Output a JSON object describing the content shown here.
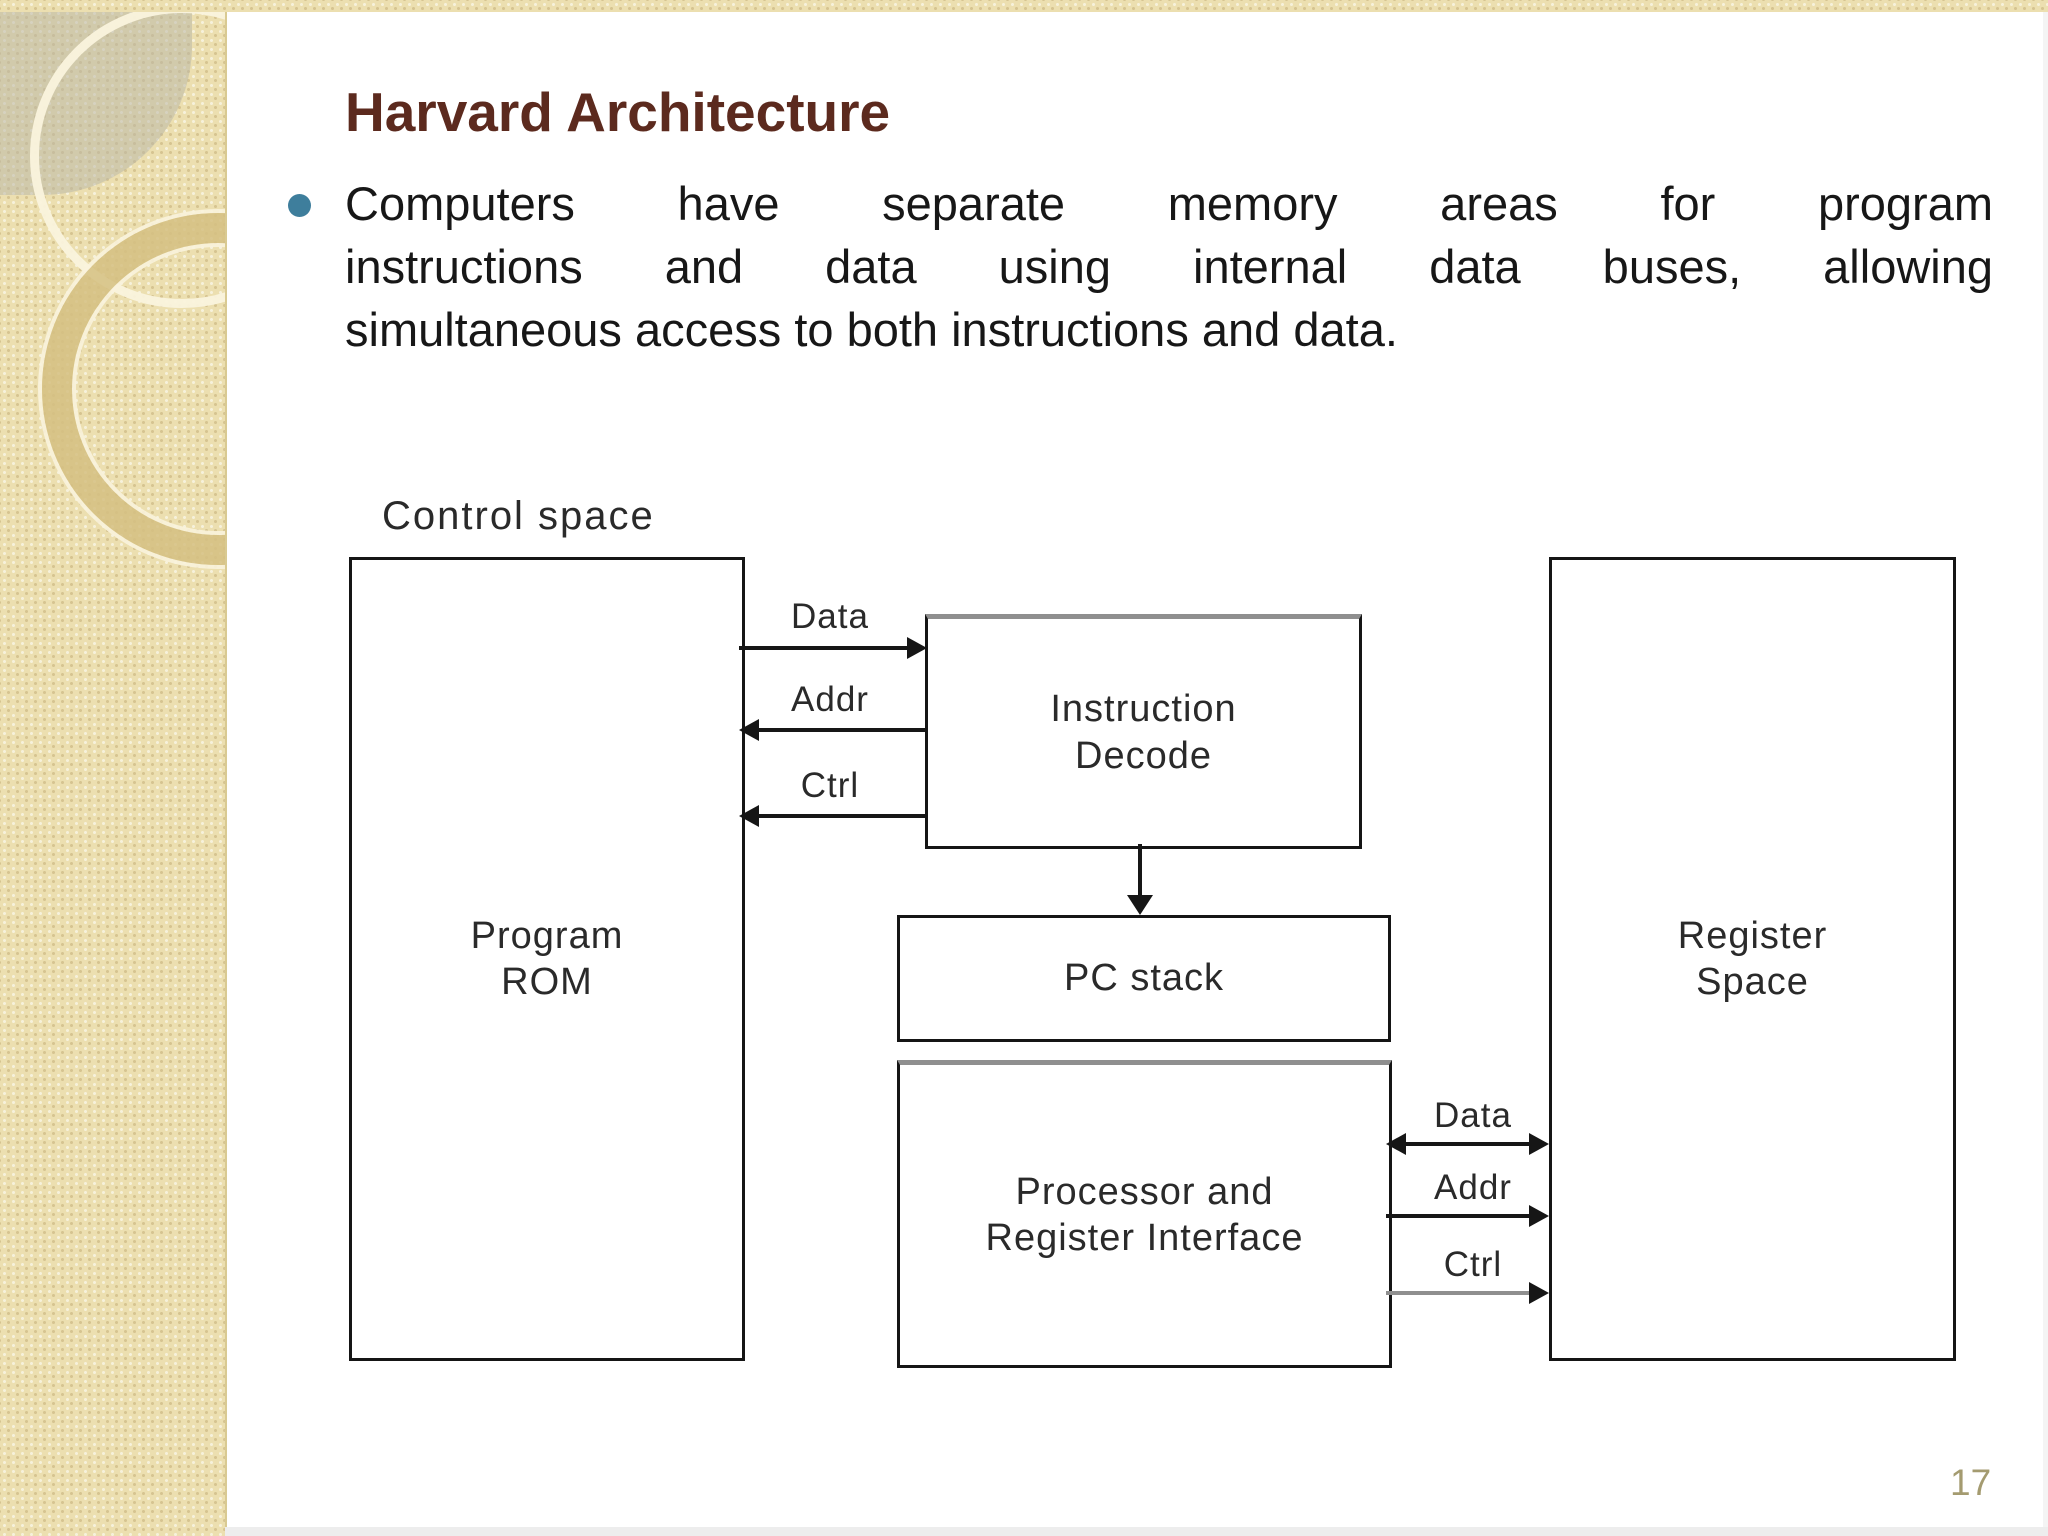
{
  "slide": {
    "title": "Harvard Architecture",
    "bullet_lines": [
      "Computers have separate memory areas for program",
      "instructions and data using internal data buses, allowing",
      "simultaneous access to both instructions and data."
    ],
    "page_number": "17"
  },
  "colors": {
    "title": "#5c2a1e",
    "bullet": "#3e7e9c",
    "strip": "#ecdfb0",
    "page_number": "#a49b70"
  },
  "diagram": {
    "control_space_label": "Control space",
    "boxes": {
      "program_rom": {
        "label": "Program ROM"
      },
      "instruction_decode": {
        "label": "Instruction Decode"
      },
      "pc_stack": {
        "label": "PC stack"
      },
      "processor_register_interface": {
        "label": "Processor and Register Interface"
      },
      "register_space": {
        "label": "Register Space"
      }
    },
    "left_bus": {
      "data_label": "Data",
      "addr_label": "Addr",
      "ctrl_label": "Ctrl"
    },
    "right_bus": {
      "data_label": "Data",
      "addr_label": "Addr",
      "ctrl_label": "Ctrl"
    }
  }
}
